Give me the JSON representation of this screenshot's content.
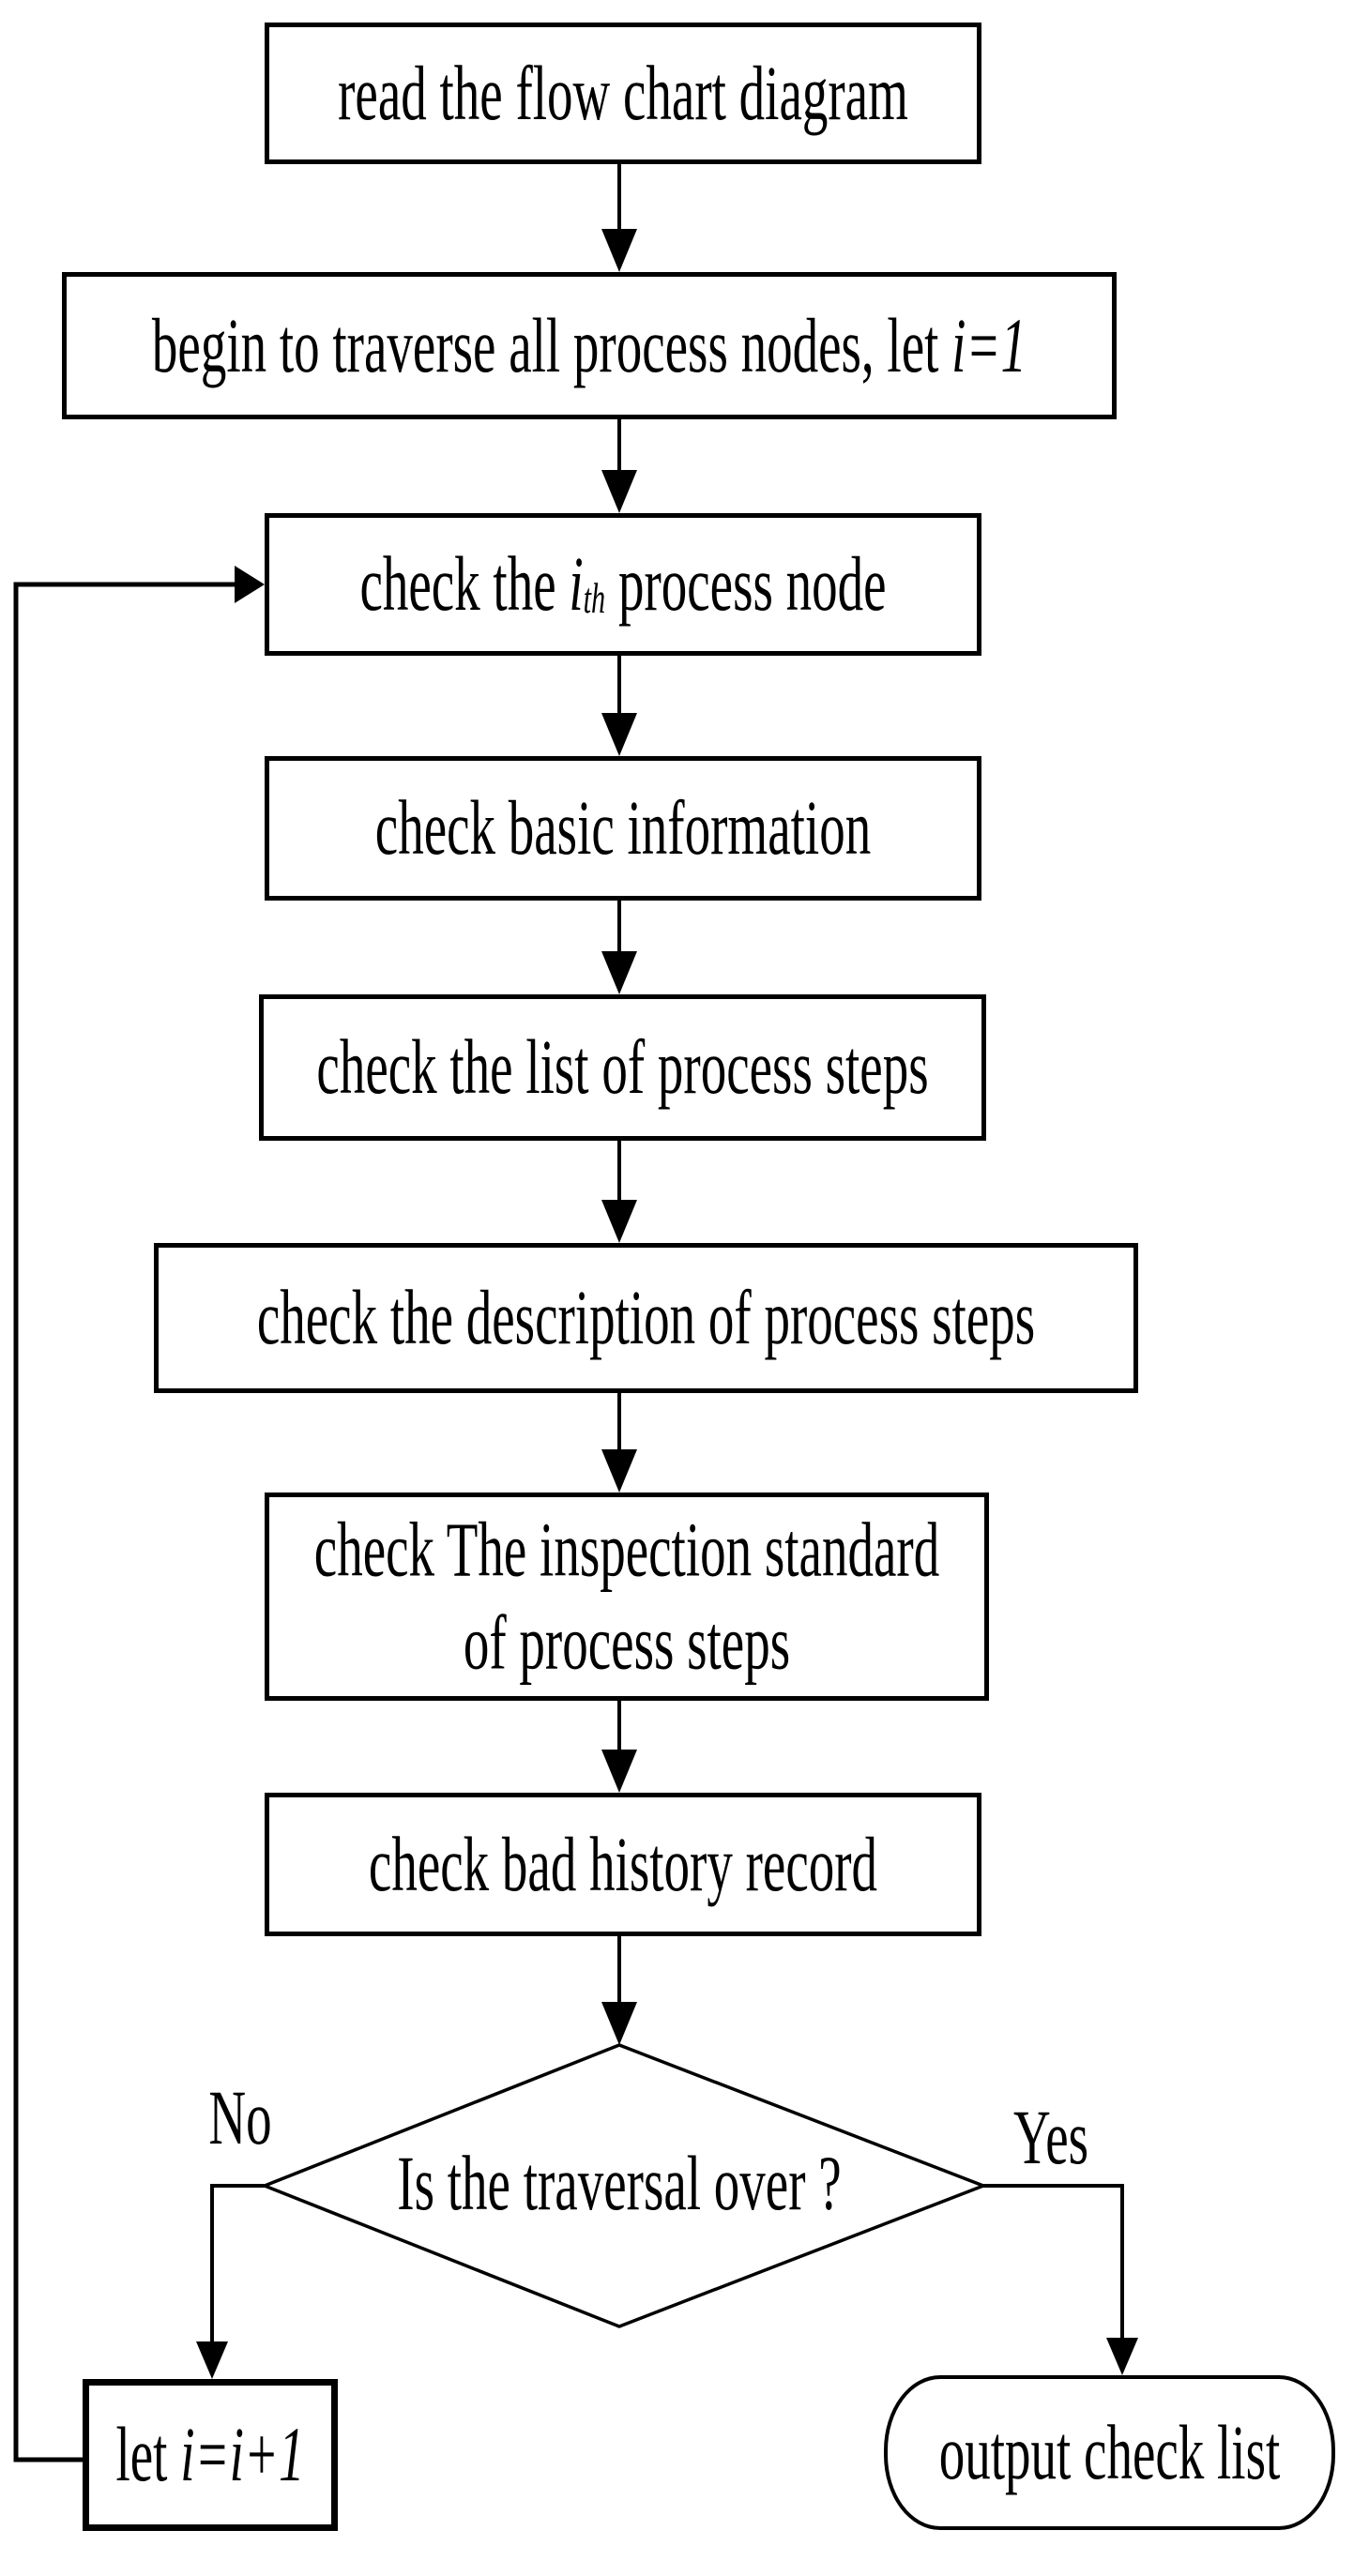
{
  "flowchart": {
    "nodes": {
      "read": {
        "label": "read the flow chart diagram"
      },
      "begin": {
        "prefix": "begin to traverse all process nodes, let ",
        "expr": "i=1"
      },
      "check_node": {
        "prefix": "check the ",
        "var": "i",
        "sub": "th",
        "suffix": " process node"
      },
      "basic_info": {
        "label": "check basic information"
      },
      "steps_list": {
        "label": "check the list of process steps"
      },
      "steps_description": {
        "label": "check the description of process steps"
      },
      "inspection_standard": {
        "line1": "check The inspection standard",
        "line2": "of process steps"
      },
      "bad_history": {
        "label": "check bad history record"
      },
      "decision": {
        "question": "Is the traversal over ?"
      },
      "increment": {
        "prefix": "let ",
        "expr": "i=i+1"
      },
      "output": {
        "label": "output check list"
      }
    },
    "branches": {
      "no": "No",
      "yes": "Yes"
    },
    "colors": {
      "stroke": "#000000",
      "background": "#ffffff",
      "text": "#000000"
    }
  }
}
